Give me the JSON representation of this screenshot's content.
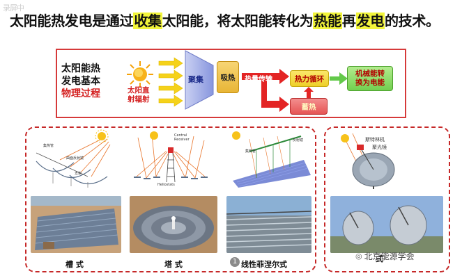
{
  "header": {
    "watermark": "录屏中",
    "title_parts": [
      {
        "text": "太阳能热发电是通过",
        "highlight": false
      },
      {
        "text": "收集",
        "highlight": true
      },
      {
        "text": "太阳能，将太阳能转化为",
        "highlight": false
      },
      {
        "text": "热能",
        "highlight": true
      },
      {
        "text": "再",
        "highlight": false
      },
      {
        "text": "发电",
        "highlight": true
      },
      {
        "text": "的技术。",
        "highlight": false
      }
    ]
  },
  "process": {
    "label_line1": "太阳能热",
    "label_line2": "发电基本",
    "label_line3": "物理过程",
    "sun_label_line1": "太阳直",
    "sun_label_line2": "射辐射",
    "collect": "聚集",
    "absorb": "吸热",
    "transfer": "热量传输",
    "cycle": "热力循环",
    "storage": "蓄热",
    "output_line1": "机械能转",
    "output_line2": "换为电能"
  },
  "types": {
    "trough": {
      "caption": "槽 式",
      "label_collector": "集热管",
      "label_mirror": "曲面反射镜",
      "label_support": "支架"
    },
    "tower": {
      "caption": "塔 式",
      "label_receiver_line1": "Central",
      "label_receiver_line2": "Receiver",
      "label_heliostats": "Heliostats"
    },
    "fresnel": {
      "caption": "线性菲涅尔式",
      "badge": "1",
      "label_collector": "集热管",
      "label_reflector": "反射镜"
    },
    "dish": {
      "caption": "式",
      "label_engine": "斯特林机",
      "label_concentrator": "聚光镜"
    }
  },
  "footer": {
    "watermark": "北京能源学会"
  },
  "colors": {
    "red": "#d63a3a",
    "highlight": "#f2f53a",
    "arrow_yellow": "#f5d21a",
    "collect_blue": "#9aa8e6",
    "absorb_orange": "#f0c34a",
    "cycle_yellow": "#f5e24a",
    "output_green": "#8fdc6a"
  }
}
